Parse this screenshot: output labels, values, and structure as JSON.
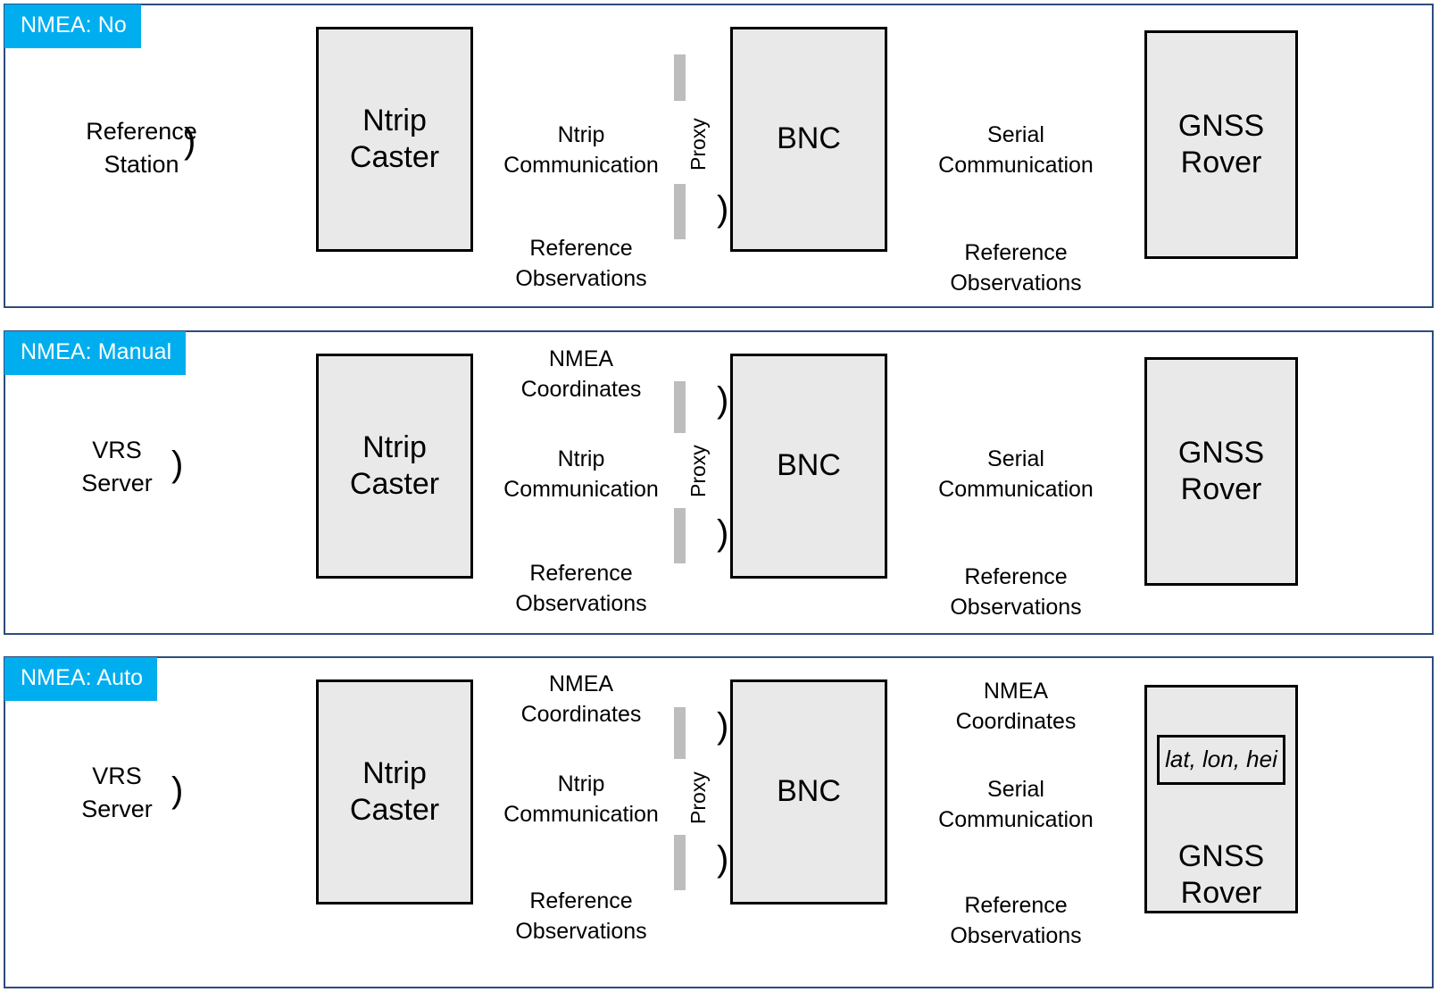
{
  "diagram": {
    "title": "NMEA handling modes in Ntrip / BNC data flow",
    "accent_color": "#00aeef",
    "panel_border_color": "#2e4b7d",
    "node_fill_color": "#e9e9e9",
    "proxy_bar_color": "#bdbdbd",
    "line_color": "#000000"
  },
  "panels": [
    {
      "tag": "NMEA: No",
      "source": {
        "label": "Reference\nStation"
      },
      "nodes": [
        {
          "name": "ntrip-caster",
          "label": "Ntrip\nCaster"
        },
        {
          "name": "bnc",
          "label": "BNC"
        },
        {
          "name": "gnss-rover",
          "label": "GNSS\nRover"
        }
      ],
      "proxy_label": "Proxy",
      "links": [
        {
          "name": "ntrip-communication",
          "label": "Ntrip\nCommunication",
          "style": "solid",
          "direction": "right"
        },
        {
          "name": "reference-observations-ntrip",
          "label": "Reference\nObservations",
          "style": "solid",
          "direction": "right"
        },
        {
          "name": "serial-communication",
          "label": "Serial\nCommunication",
          "style": "dash-dot",
          "direction": "right"
        },
        {
          "name": "reference-observations-serial",
          "label": "Reference\nObservations",
          "style": "dash-dot",
          "direction": "right"
        }
      ]
    },
    {
      "tag": "NMEA: Manual",
      "source": {
        "label": "VRS\nServer"
      },
      "nodes": [
        {
          "name": "ntrip-caster",
          "label": "Ntrip\nCaster"
        },
        {
          "name": "bnc",
          "label": "BNC"
        },
        {
          "name": "gnss-rover",
          "label": "GNSS\nRover"
        }
      ],
      "proxy_label": "Proxy",
      "links": [
        {
          "name": "nmea-coordinates",
          "label": "NMEA\nCoordinates",
          "style": "solid",
          "direction": "left"
        },
        {
          "name": "ntrip-communication",
          "label": "Ntrip\nCommunication",
          "style": "solid",
          "direction": "right"
        },
        {
          "name": "reference-observations-ntrip",
          "label": "Reference\nObservations",
          "style": "solid",
          "direction": "right"
        },
        {
          "name": "serial-communication",
          "label": "Serial\nCommunication",
          "style": "dash-dot",
          "direction": "right"
        },
        {
          "name": "reference-observations-serial",
          "label": "Reference\nObservations",
          "style": "dash-dot",
          "direction": "right"
        }
      ]
    },
    {
      "tag": "NMEA: Auto",
      "source": {
        "label": "VRS\nServer"
      },
      "nodes": [
        {
          "name": "ntrip-caster",
          "label": "Ntrip\nCaster"
        },
        {
          "name": "bnc",
          "label": "BNC"
        },
        {
          "name": "gnss-rover",
          "label": "GNSS\nRover",
          "chip": "lat, lon, hei"
        }
      ],
      "proxy_label": "Proxy",
      "links": [
        {
          "name": "nmea-coordinates-ntrip",
          "label": "NMEA\nCoordinates",
          "style": "solid",
          "direction": "left"
        },
        {
          "name": "ntrip-communication",
          "label": "Ntrip\nCommunication",
          "style": "solid",
          "direction": "right"
        },
        {
          "name": "reference-observations-ntrip",
          "label": "Reference\nObservations",
          "style": "solid",
          "direction": "right"
        },
        {
          "name": "nmea-coordinates-serial",
          "label": "NMEA\nCoordinates",
          "style": "dash-dot",
          "direction": "left"
        },
        {
          "name": "serial-communication",
          "label": "Serial\nCommunication",
          "style": "dash-dot",
          "direction": "right"
        },
        {
          "name": "reference-observations-serial",
          "label": "Reference\nObservations",
          "style": "dash-dot",
          "direction": "right"
        }
      ]
    }
  ],
  "glyphs": {
    "emitter_paren": ")",
    "antenna_rx": "rx-antenna-icon",
    "antenna_tx": "tx-antenna-icon"
  }
}
